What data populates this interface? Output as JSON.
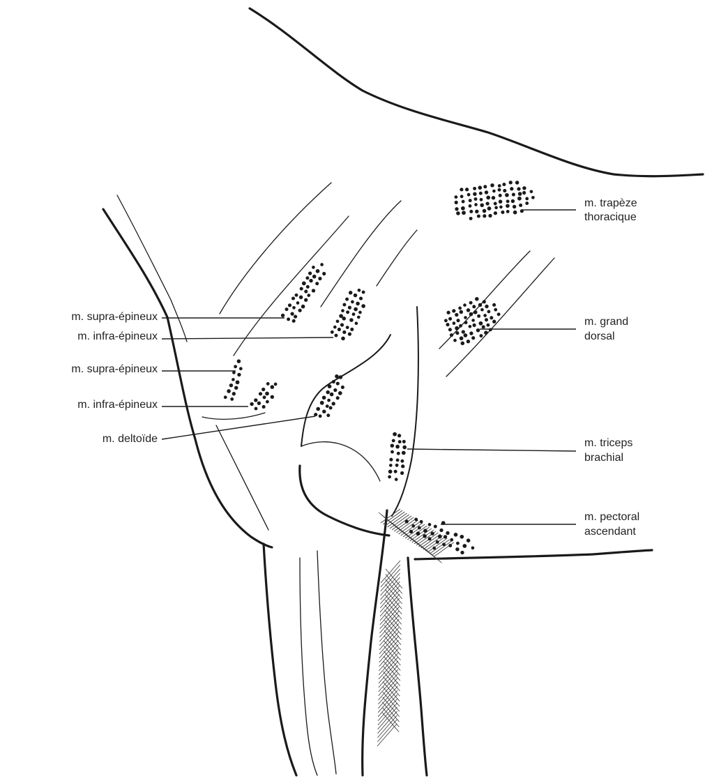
{
  "labels": {
    "trapeze": [
      "m. trapèze",
      "thoracique"
    ],
    "supra1": "m. supra-épineux",
    "infra1": "m. infra-épineux",
    "supra2": "m. supra-épineux",
    "infra2": "m. infra-épineux",
    "deltoide": "m. deltoïde",
    "grand_dorsal": [
      "m. grand",
      "dorsal"
    ],
    "triceps": [
      "m. triceps",
      "brachial"
    ],
    "pectoral": [
      "m. pectoral",
      "ascendant"
    ]
  },
  "colors": {
    "ink": "#1a1a1a",
    "paper": "#ffffff"
  }
}
